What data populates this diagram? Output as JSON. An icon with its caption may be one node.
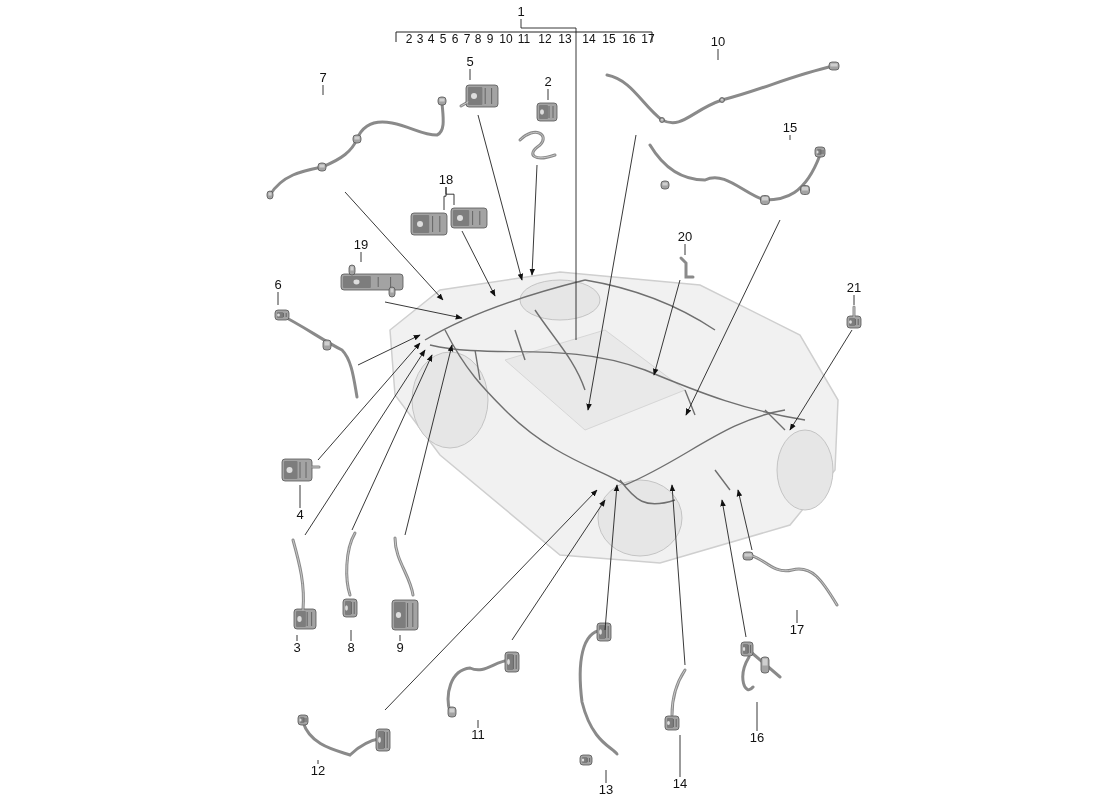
{
  "diagram": {
    "nodes": [
      {
        "text": [],
        "shape": "picture"
      },
      {
        "text": [
          "1"
        ]
      },
      {
        "text": [
          "2"
        ]
      },
      {
        "text": [],
        "shape": "picture"
      },
      {
        "text": [
          "3"
        ]
      },
      {
        "text": [],
        "shape": "picture"
      },
      {
        "text": [
          "4"
        ]
      },
      {
        "text": [],
        "shape": "picture"
      },
      {
        "text": [
          "5"
        ]
      },
      {
        "text": [],
        "shape": "picture"
      },
      {
        "text": [
          "6"
        ]
      },
      {
        "text": [],
        "shape": "picture"
      },
      {
        "text": [
          "7"
        ]
      },
      {
        "text": [],
        "shape": "picture"
      },
      {
        "text": [
          "8"
        ]
      },
      {
        "text": [],
        "shape": "picture"
      },
      {
        "text": [
          "9"
        ]
      },
      {
        "text": [],
        "shape": "picture"
      },
      {
        "text": [
          "10"
        ]
      },
      {
        "text": [],
        "shape": "picture"
      },
      {
        "text": [
          "11"
        ]
      },
      {
        "text": [],
        "shape": "picture"
      },
      {
        "text": [
          "12"
        ]
      },
      {
        "text": [],
        "shape": "picture"
      },
      {
        "text": [
          "13"
        ]
      },
      {
        "text": [],
        "shape": "picture"
      },
      {
        "text": [
          "14"
        ]
      },
      {
        "text": [],
        "shape": "picture"
      },
      {
        "text": [
          "15"
        ]
      },
      {
        "text": [],
        "shape": "picture"
      },
      {
        "text": [
          "16"
        ]
      },
      {
        "text": [],
        "shape": "picture"
      },
      {
        "text": [
          "17"
        ]
      },
      {
        "text": [],
        "shape": "picture"
      },
      {
        "text": [
          "18"
        ]
      },
      {
        "text": [],
        "shape": "picture"
      },
      {
        "text": [],
        "shape": "picture"
      },
      {
        "text": [
          "19"
        ]
      },
      {
        "text": [],
        "shape": "picture"
      },
      {
        "text": [
          "20"
        ]
      },
      {
        "text": [],
        "shape": "picture"
      },
      {
        "text": [
          "21"
        ]
      },
      {
        "text": [],
        "shape": "picture"
      }
    ],
    "edges": [
      {
        "from": 1,
        "to": 0,
        "arrow": "none"
      },
      {
        "from": 2,
        "to": 3,
        "arrow": "none"
      },
      {
        "from": 3,
        "to": 0,
        "arrow": "to"
      },
      {
        "from": 4,
        "to": 5,
        "arrow": "none"
      },
      {
        "from": 5,
        "to": 0,
        "arrow": "to"
      },
      {
        "from": 6,
        "to": 7,
        "arrow": "none"
      },
      {
        "from": 7,
        "to": 0,
        "arrow": "to"
      },
      {
        "from": 8,
        "to": 9,
        "arrow": "none"
      },
      {
        "from": 9,
        "to": 0,
        "arrow": "to"
      },
      {
        "from": 10,
        "to": 11,
        "arrow": "none"
      },
      {
        "from": 11,
        "to": 0,
        "arrow": "to"
      },
      {
        "from": 12,
        "to": 13,
        "arrow": "none"
      },
      {
        "from": 13,
        "to": 0,
        "arrow": "to"
      },
      {
        "from": 14,
        "to": 15,
        "arrow": "none"
      },
      {
        "from": 15,
        "to": 0,
        "arrow": "to"
      },
      {
        "from": 16,
        "to": 17,
        "arrow": "none"
      },
      {
        "from": 17,
        "to": 0,
        "arrow": "to"
      },
      {
        "from": 18,
        "to": 19,
        "arrow": "none"
      },
      {
        "from": 19,
        "to": 0,
        "arrow": "to"
      },
      {
        "from": 20,
        "to": 21,
        "arrow": "none"
      },
      {
        "from": 21,
        "to": 0,
        "arrow": "to"
      },
      {
        "from": 22,
        "to": 23,
        "arrow": "none"
      },
      {
        "from": 23,
        "to": 0,
        "arrow": "to"
      },
      {
        "from": 24,
        "to": 25,
        "arrow": "none"
      },
      {
        "from": 25,
        "to": 0,
        "arrow": "to"
      },
      {
        "from": 26,
        "to": 27,
        "arrow": "none"
      },
      {
        "from": 27,
        "to": 0,
        "arrow": "to"
      },
      {
        "from": 28,
        "to": 29,
        "arrow": "none"
      },
      {
        "from": 29,
        "to": 0,
        "arrow": "to"
      },
      {
        "from": 30,
        "to": 31,
        "arrow": "none"
      },
      {
        "from": 31,
        "to": 0,
        "arrow": "to"
      },
      {
        "from": 32,
        "to": 33,
        "arrow": "none"
      },
      {
        "from": 33,
        "to": 0,
        "arrow": "to"
      },
      {
        "from": 34,
        "to": 35,
        "arrow": "none"
      },
      {
        "from": 34,
        "to": 36,
        "arrow": "none"
      },
      {
        "from": 36,
        "to": 0,
        "arrow": "to"
      },
      {
        "from": 37,
        "to": 38,
        "arrow": "none"
      },
      {
        "from": 38,
        "to": 0,
        "arrow": "to"
      },
      {
        "from": 39,
        "to": 40,
        "arrow": "none"
      },
      {
        "from": 40,
        "to": 0,
        "arrow": "to"
      },
      {
        "from": 41,
        "to": 42,
        "arrow": "none"
      },
      {
        "from": 42,
        "to": 0,
        "arrow": "to"
      }
    ],
    "labels": [
      "2",
      "3",
      "4",
      "5",
      "6",
      "7",
      "8",
      "9",
      "10",
      "11",
      "12",
      "13",
      "14",
      "15",
      "16",
      "17"
    ]
  }
}
